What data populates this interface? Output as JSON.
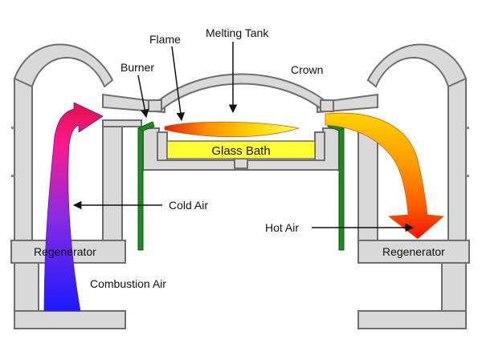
{
  "labels": {
    "flame": "Flame",
    "melting_tank": "Melting Tank",
    "burner": "Burner",
    "crown": "Crown",
    "glass_bath": "Glass Bath",
    "cold_air": "Cold Air",
    "hot_air": "Hot Air",
    "regenerator_left": "Regenerator",
    "regenerator_right": "Regenerator",
    "combustion_air": "Combustion Air"
  },
  "colors": {
    "structure_fill": "#d9d9d9",
    "structure_stroke": "#6e6e6e",
    "glass_bath": "#ffff33",
    "burner_post": "#1f8a1f",
    "cold_air_gradient": [
      "#1a1aff",
      "#8a2be2",
      "#ff1a8c",
      "#e0104a"
    ],
    "hot_air_gradient": [
      "#ffd200",
      "#ff9a00",
      "#ff5a00",
      "#ee1010"
    ],
    "flame_gradient": [
      "#e02010",
      "#ff8c00",
      "#ffd200",
      "#ffff66"
    ]
  }
}
